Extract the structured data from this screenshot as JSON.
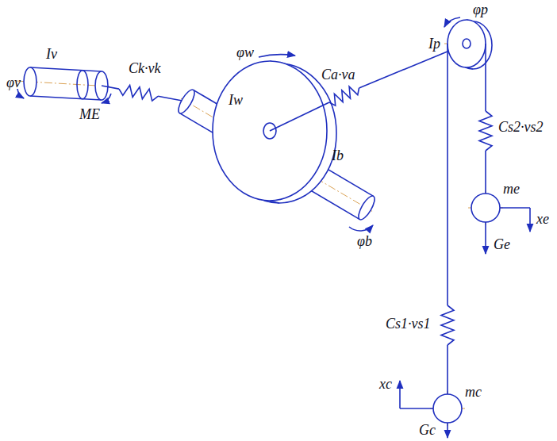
{
  "diagram": {
    "labels": [
      "φp",
      "Ip",
      "Ca·va",
      "Cs2·vs2",
      "Iv",
      "φw",
      "Ck·vk",
      "φv",
      "ME",
      "Iw",
      "me",
      "xe",
      "Ib",
      "Ge",
      "φb",
      "Cs1·vs1",
      "xc",
      "Gc",
      "mc"
    ]
  }
}
